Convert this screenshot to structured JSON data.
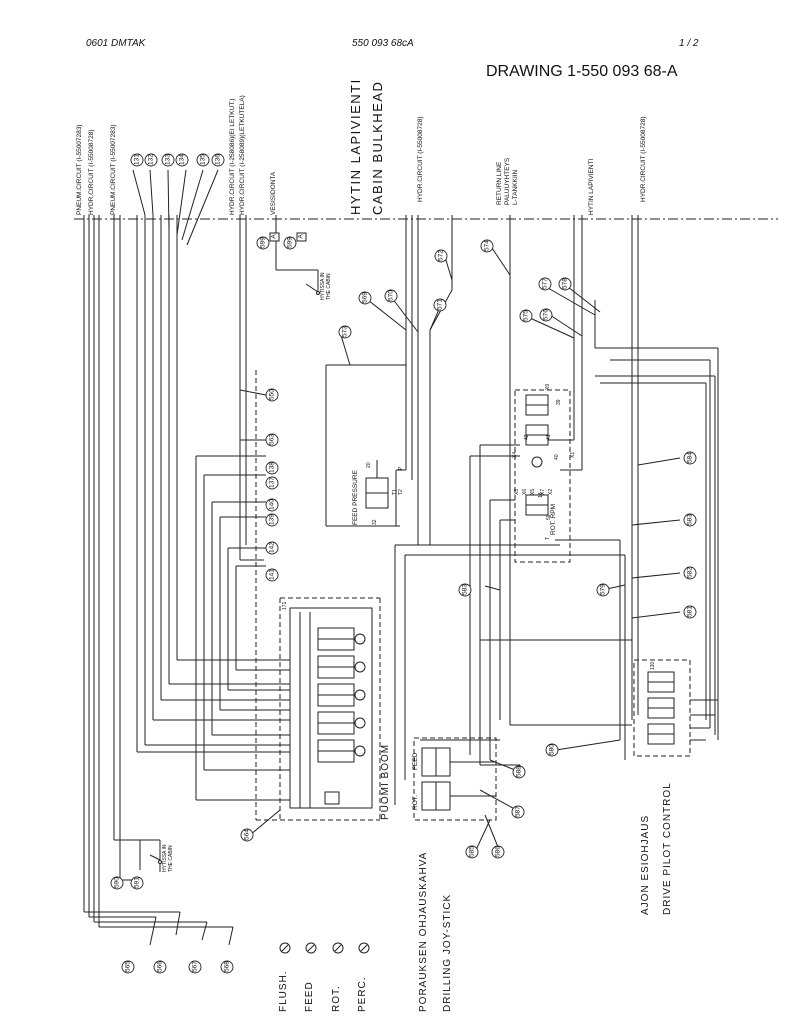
{
  "header": {
    "left": "0601   DMTAK",
    "center": "550 093 68cA",
    "right": "1 /  2",
    "drawing_title": "DRAWING 1-550 093 68-A"
  },
  "top_labels": {
    "pneum_circuit_1": "PNEUM.CIRCUIT (I-55007283)",
    "hydr_circuit_1": "HYDR.CIRCUIT (I-55008728)",
    "pneum_circuit_2": "PNEUM.CIRCUIT (I-55007283)",
    "hydr_circuit_2": "HYDR.CIRCUIT (I-258086)(EI LETKUT.)",
    "hydr_circuit_3": "HYDR.CIRCUIT (I-258089)(LETKUTELA)",
    "vesisidonta": "VESISIDONTA",
    "hytin_lapivienti": "HYTIN LAPIVIENTI",
    "cabin_bulkhead": "CABIN BULKHEAD",
    "hydr_circuit_4": "HYDR.CIRCUIT (I-55008728)",
    "return_line": "RETURN LINE",
    "paluuyhteys": "PALUUYHTEYS",
    "l_tankkiin": "L-TANKKIIN",
    "hytin_lapivienti_2": "HYTIN LAPIVIENTI",
    "hydr_circuit_5": "HYDR.CIRCUIT (I-55008728)"
  },
  "bubbles_top": [
    "131",
    "132",
    "133",
    "134",
    "135",
    "136"
  ],
  "bubbles": {
    "b599a": "599",
    "b599b": "599",
    "b572": "572",
    "b574": "574",
    "b569": "569",
    "b570": "570",
    "b568": "568",
    "b571": "571",
    "b573": "573",
    "b575": "575",
    "b576": "576",
    "b577": "577",
    "b578": "578",
    "b550": "550",
    "b563": "563",
    "b138": "138",
    "b137": "137",
    "b140": "140",
    "b139": "139",
    "b142": "142",
    "b141": "141",
    "b584": "584",
    "b583": "583",
    "b582": "582",
    "b581": "581",
    "b579": "579",
    "b585": "585",
    "b586": "586",
    "b587": "587",
    "b588": "588",
    "b580": "580",
    "b564": "564",
    "b590": "590",
    "b591": "591",
    "b565": "565",
    "b566": "566",
    "b567": "567",
    "b568b": "568",
    "b583b": "583"
  },
  "inline_labels": {
    "cabin_note": "HYTISSA IN THE CABIN",
    "feed_pressure": "FEED PRESSURE",
    "rot_rpm": "ROT. RPM",
    "puomi_boom": "PUOMI  BOOM",
    "feed": "FEED",
    "rot": "ROT.",
    "a_badge": "A"
  },
  "gauges": {
    "flush": "FLUSH.",
    "feed": "FEED",
    "rot": "ROT.",
    "perc": "PERC."
  },
  "bottom_titles": {
    "porauksen": "PORAUKSEN OHJAUSKAHVA",
    "drilling": "DRILLING JOY-STICK",
    "ajon": "AJON ESIOHJAUS",
    "drive": "DRIVE PILOT CONTROL"
  },
  "ports": {
    "x9": "X9",
    "x4": "X4",
    "x1": "X1",
    "x3": "X3",
    "x6": "X6",
    "x5": "X5",
    "x7": "X7",
    "x2": "X2",
    "t1": "T1",
    "t2": "T2",
    "p": "P",
    "t": "T",
    "v32": "32",
    "v20": "20",
    "v18": "18",
    "v59": "59",
    "v39": "39",
    "v42": "42",
    "v40": "40",
    "v41": "41",
    "v130": "130",
    "v171": "171"
  },
  "colors": {
    "line": "#222222",
    "background": "#ffffff"
  }
}
